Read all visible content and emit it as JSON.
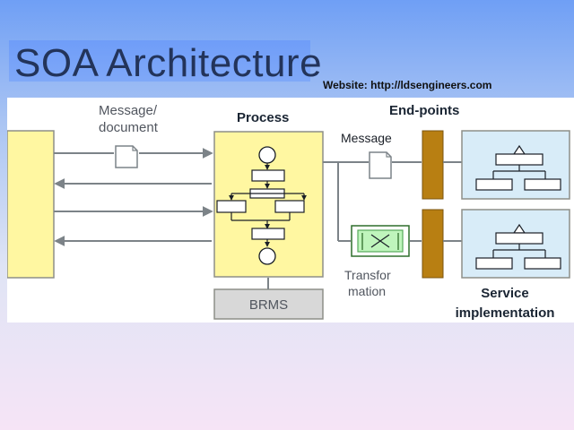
{
  "slide": {
    "title": "SOA Architecture",
    "website": "Website: http://ldsengineers.com"
  },
  "diagram": {
    "labels": {
      "message_document_line1": "Message/",
      "message_document_line2": "document",
      "process": "Process",
      "end_points": "End-points",
      "message": "Message",
      "transformation_line1": "Transfor",
      "transformation_line2": "mation",
      "brms": "BRMS",
      "service_implementation_line1": "Service",
      "service_implementation_line2": "implementation"
    },
    "colors": {
      "client_fill": "#fff7a1",
      "process_fill": "#fff7a1",
      "service_fill": "#d8ecf8",
      "endpoint_fill": "#b87f12",
      "brms_fill": "#d8d8d8",
      "transformation_fill": "#bff5bc",
      "line_color": "#7c8388"
    }
  }
}
